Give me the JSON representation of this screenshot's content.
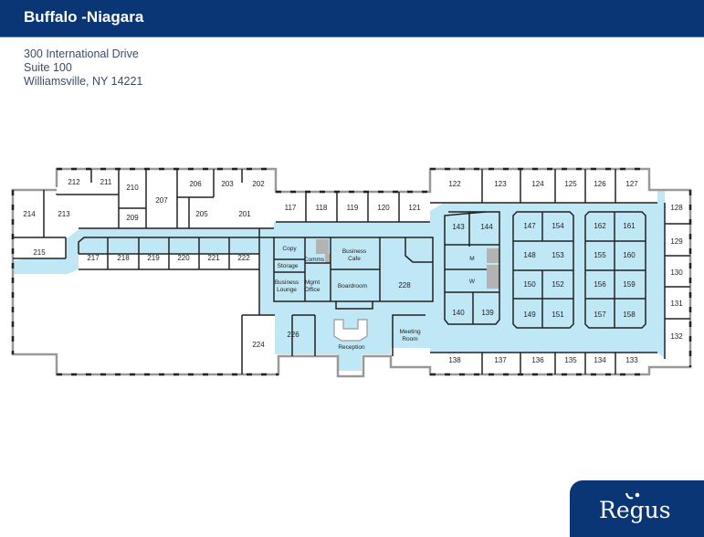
{
  "header": {
    "title": "Buffalo -Niagara"
  },
  "address": {
    "line1": "300 International Drive",
    "line2": "Suite 100",
    "line3": "Williamsville, NY 14221"
  },
  "colors": {
    "brand_navy": "#0a3675",
    "corridor": "#bfe7f5",
    "service": "#b3b3b3",
    "wall": "#222222"
  },
  "rooms": {
    "r212": "212",
    "r211": "211",
    "r210": "210",
    "r207": "207",
    "r206": "206",
    "r203": "203",
    "r202": "202",
    "r214": "214",
    "r213": "213",
    "r209": "209",
    "r205": "205",
    "r201": "201",
    "r215": "215",
    "r217": "217",
    "r218": "218",
    "r219": "219",
    "r220": "220",
    "r221": "221",
    "r222": "222",
    "r224": "224",
    "r226": "226",
    "r228": "228",
    "r117": "117",
    "r118": "118",
    "r119": "119",
    "r120": "120",
    "r121": "121",
    "r122": "122",
    "r123": "123",
    "r124": "124",
    "r125": "125",
    "r126": "126",
    "r127": "127",
    "r128": "128",
    "r129": "129",
    "r130": "130",
    "r131": "131",
    "r132": "132",
    "r133": "133",
    "r134": "134",
    "r135": "135",
    "r136": "136",
    "r137": "137",
    "r138": "138",
    "r139": "139",
    "r140": "140",
    "r143": "143",
    "r144": "144",
    "r147": "147",
    "r154": "154",
    "r148": "148",
    "r153": "153",
    "r150": "150",
    "r152": "152",
    "r149": "149",
    "r151": "151",
    "r162": "162",
    "r161": "161",
    "r155": "155",
    "r160": "160",
    "r156": "156",
    "r159": "159",
    "r157": "157",
    "r158": "158",
    "copy": "Copy",
    "storage": "Storage",
    "comms": "Comms",
    "business_cafe_1": "Business",
    "business_cafe_2": "Cafe",
    "business_lounge_1": "Business",
    "business_lounge_2": "Lounge",
    "mgmt_office_1": "Mgmt",
    "mgmt_office_2": "Office",
    "boardroom": "Boardroom",
    "meeting_room_1": "Meeting",
    "meeting_room_2": "Room",
    "reception": "Reception",
    "restroom_m": "M",
    "restroom_w": "W"
  },
  "logo": {
    "text": "Regus"
  }
}
